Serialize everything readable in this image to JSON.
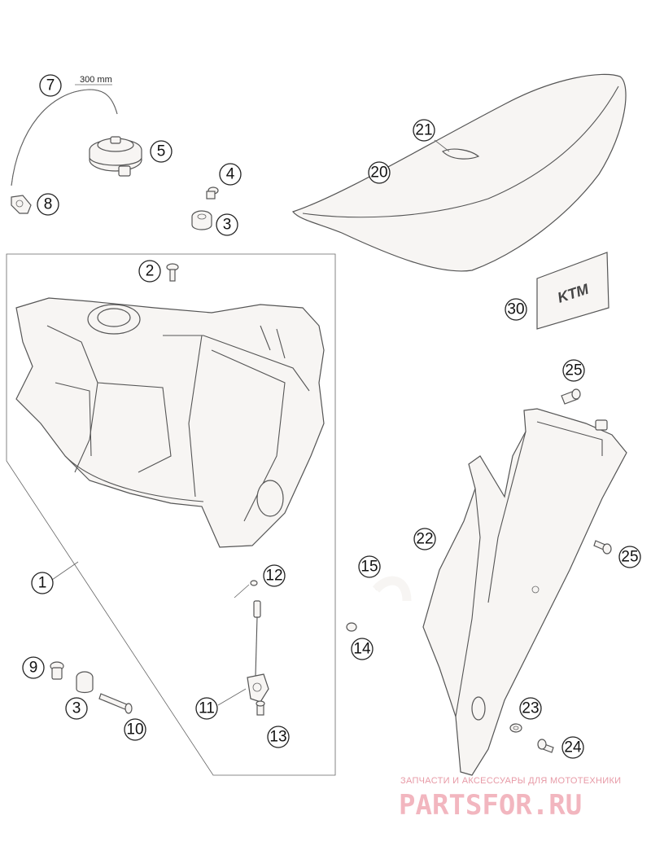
{
  "dimension_label": "300 mm",
  "logo_text": "KTM",
  "callouts": [
    {
      "id": "c1",
      "label": "1"
    },
    {
      "id": "c2",
      "label": "2"
    },
    {
      "id": "c3a",
      "label": "3"
    },
    {
      "id": "c3b",
      "label": "3"
    },
    {
      "id": "c4",
      "label": "4"
    },
    {
      "id": "c5",
      "label": "5"
    },
    {
      "id": "c7",
      "label": "7"
    },
    {
      "id": "c8",
      "label": "8"
    },
    {
      "id": "c9",
      "label": "9"
    },
    {
      "id": "c10",
      "label": "10"
    },
    {
      "id": "c11",
      "label": "11"
    },
    {
      "id": "c12",
      "label": "12"
    },
    {
      "id": "c13",
      "label": "13"
    },
    {
      "id": "c14",
      "label": "14"
    },
    {
      "id": "c15",
      "label": "15"
    },
    {
      "id": "c20",
      "label": "20"
    },
    {
      "id": "c21",
      "label": "21"
    },
    {
      "id": "c22",
      "label": "22"
    },
    {
      "id": "c23",
      "label": "23"
    },
    {
      "id": "c24",
      "label": "24"
    },
    {
      "id": "c25a",
      "label": "25"
    },
    {
      "id": "c25b",
      "label": "25"
    },
    {
      "id": "c30",
      "label": "30"
    }
  ],
  "watermark": {
    "tagline": "ЗАПЧАСТИ И АКСЕССУАРЫ ДЛЯ МОТОТЕХНИКИ",
    "brand": "PARTSFOR.RU"
  }
}
